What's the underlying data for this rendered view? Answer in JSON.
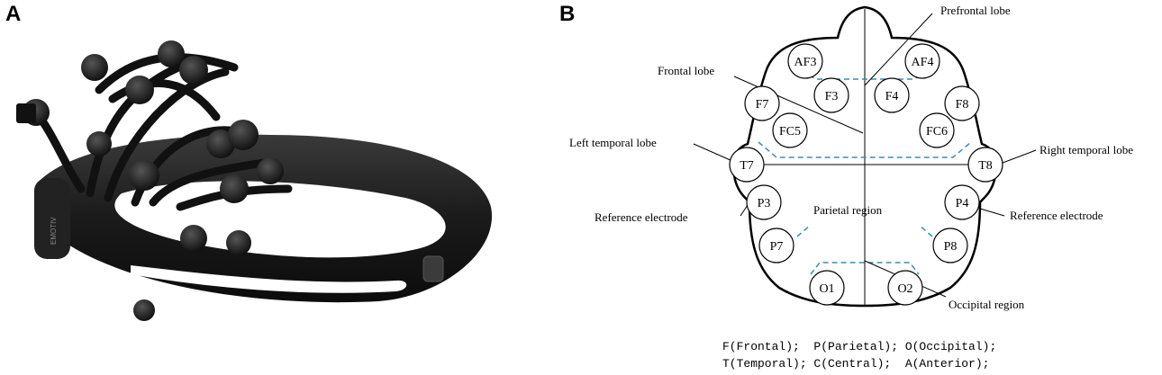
{
  "panels": {
    "a": "A",
    "b": "B"
  },
  "device": {
    "brand_text": "EMOTIV"
  },
  "regions": {
    "prefrontal": "Prefrontal lobe",
    "frontal": "Frontal lobe",
    "left_temporal": "Left temporal lobe",
    "right_temporal": "Right temporal lobe",
    "parietal": "Parietal region",
    "occipital": "Occipital region",
    "reference_left": "Reference electrode",
    "reference_right": "Reference electrode"
  },
  "electrodes": [
    "AF3",
    "AF4",
    "F3",
    "F4",
    "F7",
    "F8",
    "FC5",
    "FC6",
    "T7",
    "T8",
    "P3",
    "P4",
    "P7",
    "P8",
    "O1",
    "O2"
  ],
  "legend": {
    "line1": "F(Frontal);  P(Parietal); O(Occipital);",
    "line2": "T(Temporal); C(Central);  A(Anterior);"
  },
  "colors": {
    "dashed_region": "#3a8fa8",
    "outline": "#000000",
    "device": "#1c1c1c"
  }
}
